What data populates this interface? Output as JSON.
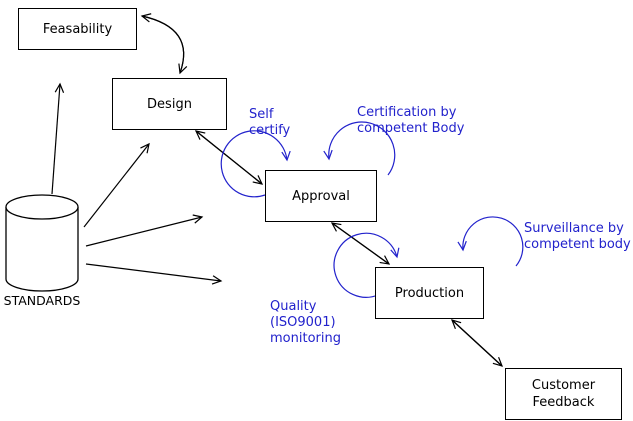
{
  "colors": {
    "annotation_blue": "#2222cc",
    "line_black": "#000000",
    "background": "#ffffff"
  },
  "nodes": {
    "feasability": {
      "label": "Feasability"
    },
    "design": {
      "label": "Design"
    },
    "approval": {
      "label": "Approval"
    },
    "production": {
      "label": "Production"
    },
    "customer_feedback": {
      "label": "Customer\nFeedback"
    }
  },
  "datastore": {
    "label": "STANDARDS"
  },
  "annotations": {
    "self_certify": {
      "label": "Self\ncertify"
    },
    "certification": {
      "label": "Certification by\ncompetent Body"
    },
    "surveillance": {
      "label": "Surveillance by\ncompetent body"
    },
    "quality": {
      "label": "Quality\n(ISO9001)\nmonitoring"
    }
  }
}
